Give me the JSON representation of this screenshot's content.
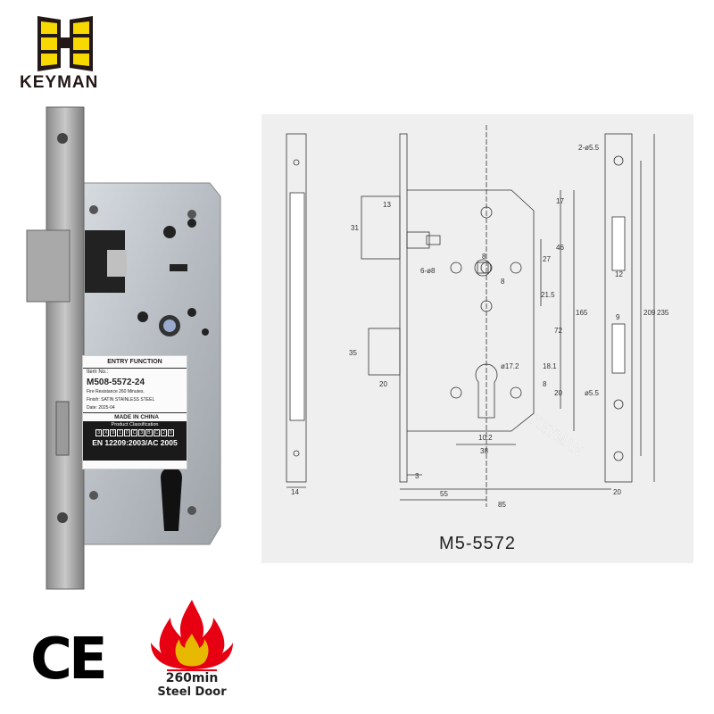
{
  "brand": {
    "name": "KEYMAN",
    "colors": {
      "yellow": "#f7d900",
      "dark": "#231815"
    }
  },
  "product_label": {
    "function": "ENTRY FUNCTION",
    "item_no_label": "Item No.:",
    "item_no": "M508-5572-24",
    "fire_resistance": "Fire Resistance 260 Minutes.",
    "finish": "Finish:  SATIN STAINLESS STEEL",
    "date": "Date:   2025-04",
    "origin": "MADE IN CHINA",
    "classification_title": "Product Classification",
    "classification_code": [
      "3",
      "X",
      "9",
      "1",
      "0",
      "C",
      "3",
      "B",
      "C",
      "2",
      "0"
    ],
    "standard": "EN 12209:2003/AC 2005"
  },
  "drawing": {
    "model": "M5-5572",
    "watermark": "KEYMAN",
    "dimensions": {
      "d13": "13",
      "d31": "31",
      "d35": "35",
      "d20": "20",
      "d17": "17",
      "d46": "46",
      "d27": "27",
      "d8a": "8",
      "d8b": "8",
      "d8c": "8",
      "d21_5": "21.5",
      "d72": "72",
      "d165": "165",
      "d18_1": "18.1",
      "d20b": "20",
      "phi17_2": "ø17.2",
      "six_phi8": "6-ø8",
      "d10_2": "10.2",
      "d38": "38",
      "d3": "3",
      "d55": "55",
      "d85": "85",
      "d14": "14",
      "two_phi5_5": "2-ø5.5",
      "d12": "12",
      "d9": "9",
      "phi5_5": "ø5.5",
      "d20c": "20",
      "d209": "209",
      "d235": "235"
    }
  },
  "certifications": {
    "ce": "CE",
    "fire_rating": "260min",
    "fire_door": "Steel Door",
    "fire_colors": {
      "outer": "#e60012",
      "inner": "#e6b800"
    }
  }
}
